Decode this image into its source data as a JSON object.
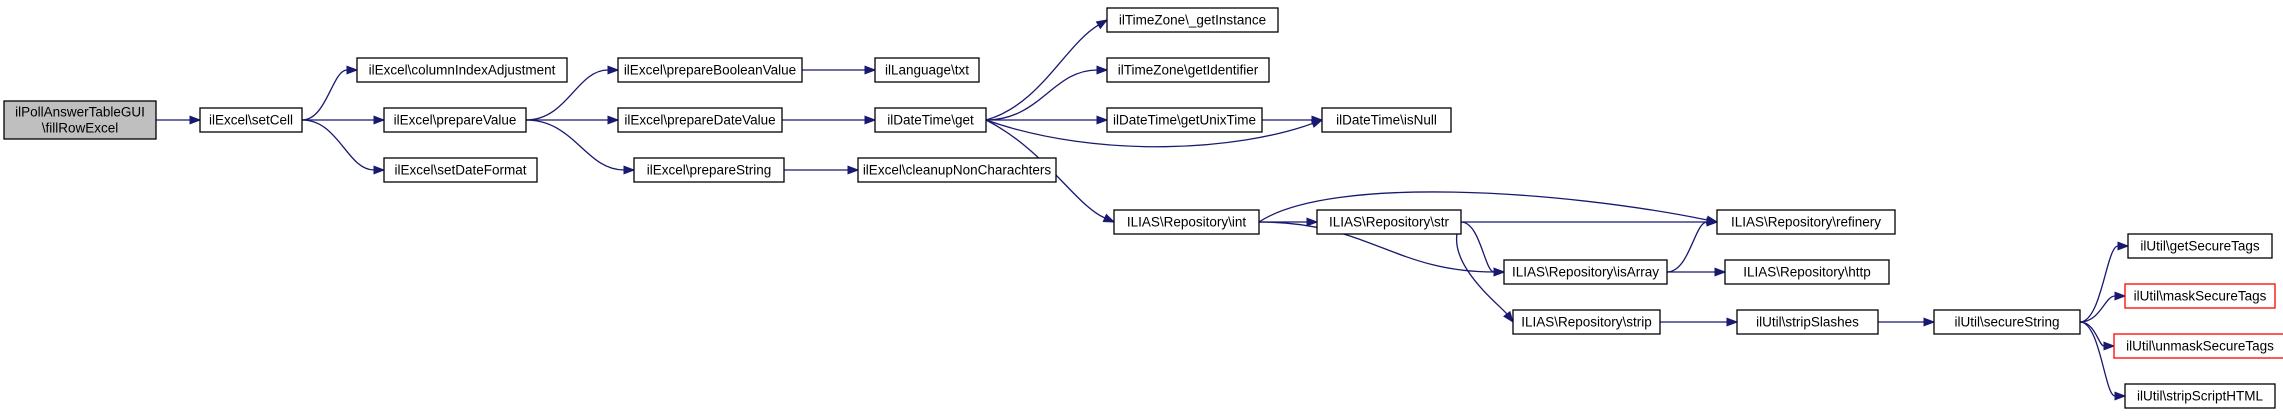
{
  "diagram": {
    "type": "call-graph",
    "colors": {
      "edge": "#191970",
      "node_border": "#000000",
      "node_fill": "#ffffff",
      "root_fill": "#bfbfbf",
      "truncated_border": "#ff0000"
    },
    "nodes": [
      {
        "id": "fillRowExcel",
        "lines": [
          "ilPollAnswerTableGUI",
          "\\fillRowExcel"
        ],
        "style": "root"
      },
      {
        "id": "setCell",
        "lines": [
          "ilExcel\\setCell"
        ],
        "style": "normal"
      },
      {
        "id": "columnIndexAdjustment",
        "lines": [
          "ilExcel\\columnIndexAdjustment"
        ],
        "style": "normal"
      },
      {
        "id": "prepareValue",
        "lines": [
          "ilExcel\\prepareValue"
        ],
        "style": "normal"
      },
      {
        "id": "setDateFormat",
        "lines": [
          "ilExcel\\setDateFormat"
        ],
        "style": "normal"
      },
      {
        "id": "prepareBooleanValue",
        "lines": [
          "ilExcel\\prepareBooleanValue"
        ],
        "style": "normal"
      },
      {
        "id": "prepareDateValue",
        "lines": [
          "ilExcel\\prepareDateValue"
        ],
        "style": "normal"
      },
      {
        "id": "prepareString",
        "lines": [
          "ilExcel\\prepareString"
        ],
        "style": "normal"
      },
      {
        "id": "txt",
        "lines": [
          "ilLanguage\\txt"
        ],
        "style": "normal"
      },
      {
        "id": "get",
        "lines": [
          "ilDateTime\\get"
        ],
        "style": "normal"
      },
      {
        "id": "cleanupNonCharachters",
        "lines": [
          "ilExcel\\cleanupNonCharachters"
        ],
        "style": "normal"
      },
      {
        "id": "getInstance",
        "lines": [
          "ilTimeZone\\_getInstance"
        ],
        "style": "normal"
      },
      {
        "id": "getIdentifier",
        "lines": [
          "ilTimeZone\\getIdentifier"
        ],
        "style": "normal"
      },
      {
        "id": "getUnixTime",
        "lines": [
          "ilDateTime\\getUnixTime"
        ],
        "style": "normal"
      },
      {
        "id": "isNull",
        "lines": [
          "ilDateTime\\isNull"
        ],
        "style": "normal"
      },
      {
        "id": "repoInt",
        "lines": [
          "ILIAS\\Repository\\int"
        ],
        "style": "normal"
      },
      {
        "id": "repoStr",
        "lines": [
          "ILIAS\\Repository\\str"
        ],
        "style": "normal"
      },
      {
        "id": "refinery",
        "lines": [
          "ILIAS\\Repository\\refinery"
        ],
        "style": "normal"
      },
      {
        "id": "isArray",
        "lines": [
          "ILIAS\\Repository\\isArray"
        ],
        "style": "normal"
      },
      {
        "id": "http",
        "lines": [
          "ILIAS\\Repository\\http"
        ],
        "style": "normal"
      },
      {
        "id": "strip",
        "lines": [
          "ILIAS\\Repository\\strip"
        ],
        "style": "normal"
      },
      {
        "id": "stripSlashes",
        "lines": [
          "ilUtil\\stripSlashes"
        ],
        "style": "normal"
      },
      {
        "id": "secureString",
        "lines": [
          "ilUtil\\secureString"
        ],
        "style": "normal"
      },
      {
        "id": "getSecureTags",
        "lines": [
          "ilUtil\\getSecureTags"
        ],
        "style": "normal"
      },
      {
        "id": "maskSecureTags",
        "lines": [
          "ilUtil\\maskSecureTags"
        ],
        "style": "truncated"
      },
      {
        "id": "unmaskSecureTags",
        "lines": [
          "ilUtil\\unmaskSecureTags"
        ],
        "style": "truncated"
      },
      {
        "id": "stripScriptHTML",
        "lines": [
          "ilUtil\\stripScriptHTML"
        ],
        "style": "normal"
      }
    ],
    "edges": [
      {
        "from": "fillRowExcel",
        "to": "setCell"
      },
      {
        "from": "setCell",
        "to": "columnIndexAdjustment"
      },
      {
        "from": "setCell",
        "to": "prepareValue"
      },
      {
        "from": "setCell",
        "to": "setDateFormat"
      },
      {
        "from": "prepareValue",
        "to": "prepareBooleanValue"
      },
      {
        "from": "prepareValue",
        "to": "prepareDateValue"
      },
      {
        "from": "prepareValue",
        "to": "prepareString"
      },
      {
        "from": "prepareBooleanValue",
        "to": "txt"
      },
      {
        "from": "prepareDateValue",
        "to": "get"
      },
      {
        "from": "prepareString",
        "to": "cleanupNonCharachters"
      },
      {
        "from": "get",
        "to": "getInstance"
      },
      {
        "from": "get",
        "to": "getIdentifier"
      },
      {
        "from": "get",
        "to": "getUnixTime"
      },
      {
        "from": "get",
        "to": "isNull"
      },
      {
        "from": "get",
        "to": "repoInt"
      },
      {
        "from": "getUnixTime",
        "to": "isNull"
      },
      {
        "from": "repoInt",
        "to": "refinery"
      },
      {
        "from": "repoInt",
        "to": "repoStr"
      },
      {
        "from": "repoInt",
        "to": "isArray"
      },
      {
        "from": "repoStr",
        "to": "refinery"
      },
      {
        "from": "repoStr",
        "to": "isArray"
      },
      {
        "from": "repoStr",
        "to": "strip"
      },
      {
        "from": "isArray",
        "to": "refinery"
      },
      {
        "from": "isArray",
        "to": "http"
      },
      {
        "from": "strip",
        "to": "stripSlashes"
      },
      {
        "from": "stripSlashes",
        "to": "secureString"
      },
      {
        "from": "secureString",
        "to": "getSecureTags"
      },
      {
        "from": "secureString",
        "to": "maskSecureTags"
      },
      {
        "from": "secureString",
        "to": "unmaskSecureTags"
      },
      {
        "from": "secureString",
        "to": "stripScriptHTML"
      }
    ]
  }
}
